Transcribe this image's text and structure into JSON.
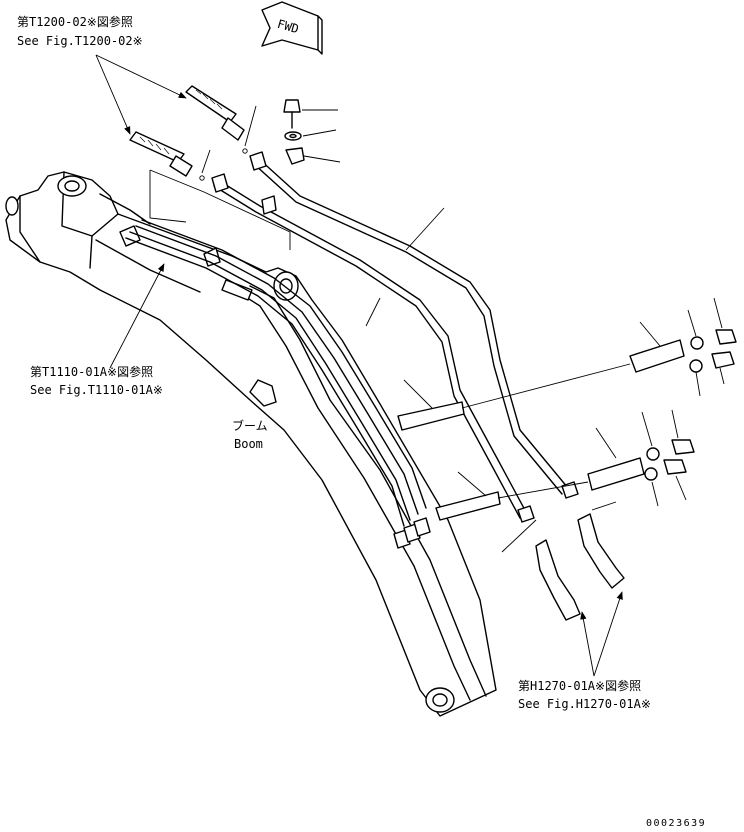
{
  "fwd_label": "FWD",
  "callouts": [
    {
      "id": "t1200",
      "jp": "第T1200-02※図参照",
      "en": "See Fig.T1200-02※"
    },
    {
      "id": "t1110",
      "jp": "第T1110-01A※図参照",
      "en": "See Fig.T1110-01A※"
    },
    {
      "id": "h1270",
      "jp": "第H1270-01A※図参照",
      "en": "See Fig.H1270-01A※"
    }
  ],
  "boom_label": {
    "jp": "ブーム",
    "en": "Boom"
  },
  "drawing_number": "00023639"
}
